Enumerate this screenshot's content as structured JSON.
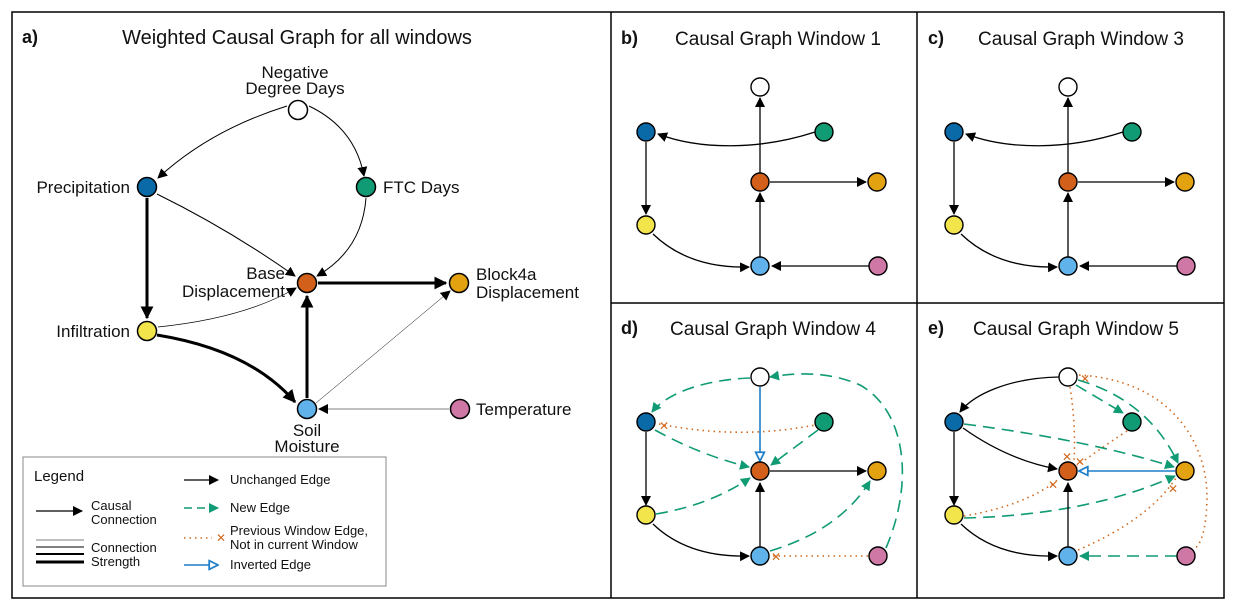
{
  "colors": {
    "negative_degree_days": "#ffffff",
    "precipitation": "#0a6aa8",
    "ftc_days": "#109b74",
    "base_displacement": "#d2601a",
    "block4a_displacement": "#e3a20f",
    "infiltration": "#f2e54c",
    "soil_moisture": "#5fb3ea",
    "temperature": "#cf78a6",
    "edge_unchanged": "#000000",
    "edge_new": "#109b74",
    "edge_removed": "#d2691e",
    "edge_inverted": "#1f7fc9"
  },
  "panels": {
    "a": {
      "letter": "a)",
      "title": "Weighted Causal Graph for all windows"
    },
    "b": {
      "letter": "b)",
      "title": "Causal Graph Window 1"
    },
    "c": {
      "letter": "c)",
      "title": "Causal Graph Window 3"
    },
    "d": {
      "letter": "d)",
      "title": "Causal Graph Window 4"
    },
    "e": {
      "letter": "e)",
      "title": "Causal Graph Window 5"
    }
  },
  "node_labels": {
    "negative_degree_days": [
      "Negative",
      "Degree Days"
    ],
    "precipitation": [
      "Precipitation"
    ],
    "ftc_days": [
      "FTC Days"
    ],
    "base_displacement": [
      "Base",
      "Displacement"
    ],
    "block4a_displacement": [
      "Block4a",
      "Displacement"
    ],
    "infiltration": [
      "Infiltration"
    ],
    "soil_moisture": [
      "Soil",
      "Moisture"
    ],
    "temperature": [
      "Temperature"
    ]
  },
  "legend": {
    "title": "Legend",
    "causal_connection": [
      "Causal",
      "Connection"
    ],
    "connection_strength": [
      "Connection",
      "Strength"
    ],
    "unchanged_edge": "Unchanged Edge",
    "new_edge": "New Edge",
    "previous_window_edge": [
      "Previous Window Edge,",
      "Not in current Window"
    ],
    "inverted_edge": "Inverted Edge"
  },
  "weighted_edges": [
    {
      "from": "negative_degree_days",
      "to": "precipitation",
      "strength": 1
    },
    {
      "from": "negative_degree_days",
      "to": "ftc_days",
      "strength": 1
    },
    {
      "from": "precipitation",
      "to": "infiltration",
      "strength": 3
    },
    {
      "from": "precipitation",
      "to": "base_displacement",
      "strength": 1
    },
    {
      "from": "ftc_days",
      "to": "base_displacement",
      "strength": 1
    },
    {
      "from": "infiltration",
      "to": "base_displacement",
      "strength": 0.7
    },
    {
      "from": "infiltration",
      "to": "soil_moisture",
      "strength": 3
    },
    {
      "from": "soil_moisture",
      "to": "base_displacement",
      "strength": 3
    },
    {
      "from": "base_displacement",
      "to": "block4a_displacement",
      "strength": 3
    },
    {
      "from": "soil_moisture",
      "to": "block4a_displacement",
      "strength": 0.5
    },
    {
      "from": "temperature",
      "to": "soil_moisture",
      "strength": 0.5
    }
  ],
  "window_edges": {
    "window_1": {
      "unchanged": [
        [
          "ftc_days",
          "precipitation"
        ],
        [
          "precipitation",
          "infiltration"
        ],
        [
          "infiltration",
          "soil_moisture"
        ],
        [
          "temperature",
          "soil_moisture"
        ],
        [
          "soil_moisture",
          "base_displacement"
        ],
        [
          "base_displacement",
          "negative_degree_days"
        ],
        [
          "base_displacement",
          "block4a_displacement"
        ]
      ]
    },
    "window_3": {
      "unchanged": [
        [
          "ftc_days",
          "precipitation"
        ],
        [
          "precipitation",
          "infiltration"
        ],
        [
          "infiltration",
          "soil_moisture"
        ],
        [
          "temperature",
          "soil_moisture"
        ],
        [
          "soil_moisture",
          "base_displacement"
        ],
        [
          "base_displacement",
          "negative_degree_days"
        ],
        [
          "base_displacement",
          "block4a_displacement"
        ]
      ]
    },
    "window_4": {
      "unchanged": [
        [
          "precipitation",
          "infiltration"
        ],
        [
          "infiltration",
          "soil_moisture"
        ],
        [
          "soil_moisture",
          "base_displacement"
        ],
        [
          "base_displacement",
          "block4a_displacement"
        ]
      ],
      "new": [
        [
          "negative_degree_days",
          "precipitation"
        ],
        [
          "precipitation",
          "base_displacement"
        ],
        [
          "ftc_days",
          "base_displacement"
        ],
        [
          "infiltration",
          "base_displacement"
        ],
        [
          "soil_moisture",
          "block4a_displacement"
        ],
        [
          "temperature",
          "negative_degree_days"
        ]
      ],
      "removed": [
        [
          "ftc_days",
          "precipitation"
        ],
        [
          "temperature",
          "soil_moisture"
        ]
      ],
      "inverted": [
        [
          "negative_degree_days",
          "base_displacement"
        ]
      ]
    },
    "window_5": {
      "unchanged": [
        [
          "negative_degree_days",
          "precipitation"
        ],
        [
          "precipitation",
          "infiltration"
        ],
        [
          "precipitation",
          "base_displacement"
        ],
        [
          "infiltration",
          "soil_moisture"
        ],
        [
          "soil_moisture",
          "base_displacement"
        ]
      ],
      "new": [
        [
          "negative_degree_days",
          "ftc_days"
        ],
        [
          "negative_degree_days",
          "block4a_displacement"
        ],
        [
          "precipitation",
          "block4a_displacement"
        ],
        [
          "infiltration",
          "block4a_displacement"
        ],
        [
          "temperature",
          "soil_moisture"
        ]
      ],
      "removed": [
        [
          "negative_degree_days",
          "base_displacement"
        ],
        [
          "ftc_days",
          "base_displacement"
        ],
        [
          "infiltration",
          "base_displacement"
        ],
        [
          "temperature",
          "negative_degree_days"
        ],
        [
          "soil_moisture",
          "block4a_displacement"
        ]
      ],
      "inverted": [
        [
          "block4a_displacement",
          "base_displacement"
        ]
      ]
    }
  }
}
